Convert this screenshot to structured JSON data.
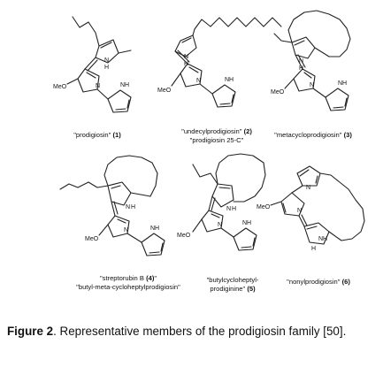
{
  "compounds": [
    {
      "id": "c1",
      "name": "\"prodigiosin\"",
      "number": "(1)",
      "substituent": "MeO",
      "nh": "H",
      "nh2": "NH"
    },
    {
      "id": "c2",
      "name": "\"undecylprodigiosin\"",
      "number": "(2)",
      "alt_name": "\"prodigiosin 25-C\"",
      "substituent": "MeO",
      "nh": "H",
      "nh2": "NH"
    },
    {
      "id": "c3",
      "name": "\"metacycloprodigiosin\"",
      "number": "(3)",
      "substituent": "MeO",
      "nh": "H",
      "nh2": "NH"
    },
    {
      "id": "c4",
      "name": "\"streptorubin B",
      "number": "(4)",
      "name_suffix": "\"",
      "alt_name": "\"butyl-meta-cycloheptylprodigiosin\"",
      "substituent": "MeO",
      "nh": "H",
      "nh2": "NH"
    },
    {
      "id": "c5",
      "name": "\"butylcycloheptyl-",
      "name_line2": "prodiginine\"",
      "number": "(5)",
      "substituent": "MeO",
      "nh": "H",
      "nh2": "NH"
    },
    {
      "id": "c6",
      "name": "\"nonylprodigiosin\"",
      "number": "(6)",
      "substituent": "MeO",
      "nh": "NH",
      "nh2": "H",
      "nh_n": "N"
    }
  ],
  "atoms": {
    "N": "N",
    "H": "H"
  },
  "caption": {
    "label": "Figure 2",
    "text": ". Representative members of the prodigiosin family [50]."
  }
}
